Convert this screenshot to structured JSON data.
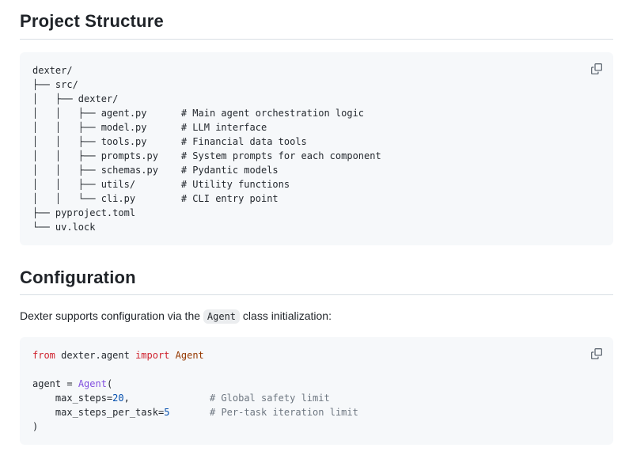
{
  "colors": {
    "page_background": "#ffffff",
    "code_block_background": "#f6f8fa",
    "heading_rule": "#d8dee4",
    "text": "#1f2328",
    "code_text": "#24292f",
    "syntax_keyword": "#cf222e",
    "syntax_entity": "#953800",
    "syntax_function": "#8250df",
    "syntax_number": "#0550ae",
    "syntax_comment": "#6e7781",
    "copy_icon": "#636c76"
  },
  "sections": [
    {
      "title": "Project Structure"
    },
    {
      "title": "Configuration"
    }
  ],
  "paragraph": {
    "before": "Dexter supports configuration via the ",
    "inline_code": "Agent",
    "after": " class initialization:"
  },
  "icons": {
    "copy": "copy-icon"
  },
  "code_blocks": [
    {
      "language": "text",
      "content": "dexter/\n├── src/\n│   ├── dexter/\n│   │   ├── agent.py      # Main agent orchestration logic\n│   │   ├── model.py      # LLM interface\n│   │   ├── tools.py      # Financial data tools\n│   │   ├── prompts.py    # System prompts for each component\n│   │   ├── schemas.py    # Pydantic models\n│   │   ├── utils/        # Utility functions\n│   │   └── cli.py        # CLI entry point\n├── pyproject.toml\n└── uv.lock"
    },
    {
      "language": "python",
      "lines": [
        [
          {
            "t": "from",
            "c": "keyword"
          },
          {
            "t": " dexter.agent ",
            "c": "plain"
          },
          {
            "t": "import",
            "c": "keyword"
          },
          {
            "t": " ",
            "c": "plain"
          },
          {
            "t": "Agent",
            "c": "entity"
          }
        ],
        [],
        [
          {
            "t": "agent ",
            "c": "plain"
          },
          {
            "t": "= ",
            "c": "plain"
          },
          {
            "t": "Agent",
            "c": "func"
          },
          {
            "t": "(",
            "c": "plain"
          }
        ],
        [
          {
            "t": "    max_steps",
            "c": "plain"
          },
          {
            "t": "=",
            "c": "plain"
          },
          {
            "t": "20",
            "c": "number"
          },
          {
            "t": ",              ",
            "c": "plain"
          },
          {
            "t": "# Global safety limit",
            "c": "comment"
          }
        ],
        [
          {
            "t": "    max_steps_per_task",
            "c": "plain"
          },
          {
            "t": "=",
            "c": "plain"
          },
          {
            "t": "5",
            "c": "number"
          },
          {
            "t": "       ",
            "c": "plain"
          },
          {
            "t": "# Per-task iteration limit",
            "c": "comment"
          }
        ],
        [
          {
            "t": ")",
            "c": "plain"
          }
        ]
      ]
    }
  ]
}
